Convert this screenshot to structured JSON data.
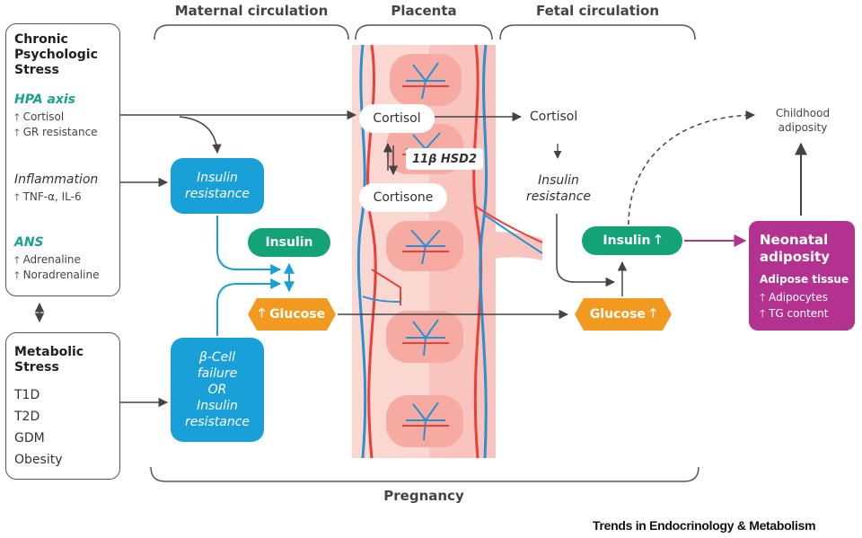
{
  "headers": {
    "maternal": "Maternal circulation",
    "placenta": "Placenta",
    "fetal": "Fetal circulation",
    "pregnancy": "Pregnancy"
  },
  "chronic": {
    "title_lines": [
      "Chronic",
      "Psychologic",
      "Stress"
    ],
    "hpa": "HPA axis",
    "hpa_items": [
      "Cortisol",
      "GR resistance"
    ],
    "inflammation": "Inflammation",
    "inflammation_item": "TNF-α, IL-6",
    "ans": "ANS",
    "ans_items": [
      "Adrenaline",
      "Noradrenaline"
    ]
  },
  "metabolic": {
    "title_lines": [
      "Metabolic",
      "Stress"
    ],
    "items": [
      "T1D",
      "T2D",
      "GDM",
      "Obesity"
    ]
  },
  "maternal": {
    "insulin_resistance_lines": [
      "Insulin",
      "resistance"
    ],
    "insulin": "Insulin",
    "glucose": "Glucose",
    "beta_cell_lines": [
      "β-Cell",
      "failure",
      "OR",
      "Insulin",
      "resistance"
    ]
  },
  "placenta": {
    "cortisol": "Cortisol",
    "enzyme": "11β HSD2",
    "cortisone": "Cortisone"
  },
  "fetal": {
    "cortisol": "Cortisol",
    "insulin_resistance_lines": [
      "Insulin",
      "resistance"
    ],
    "insulin": "Insulin",
    "glucose": "Glucose",
    "childhood_lines": [
      "Childhood",
      "adiposity"
    ]
  },
  "neonatal": {
    "title_lines": [
      "Neonatal",
      "adiposity"
    ],
    "subtitle": "Adipose tissue",
    "items": [
      "Adipocytes",
      "TG content"
    ]
  },
  "symbols": {
    "up": "🡑",
    "updown": "↕"
  },
  "colors": {
    "blue": "#1aa0d8",
    "green": "#14a277",
    "orange": "#f29a1f",
    "magenta": "#b3318f",
    "teal_text": "#1aa38a",
    "placenta_pink": "#f6b9b3",
    "vessel_red": "#e8413c",
    "vessel_blue": "#2a90d0"
  },
  "credit": "Trends in Endocrinology & Metabolism"
}
